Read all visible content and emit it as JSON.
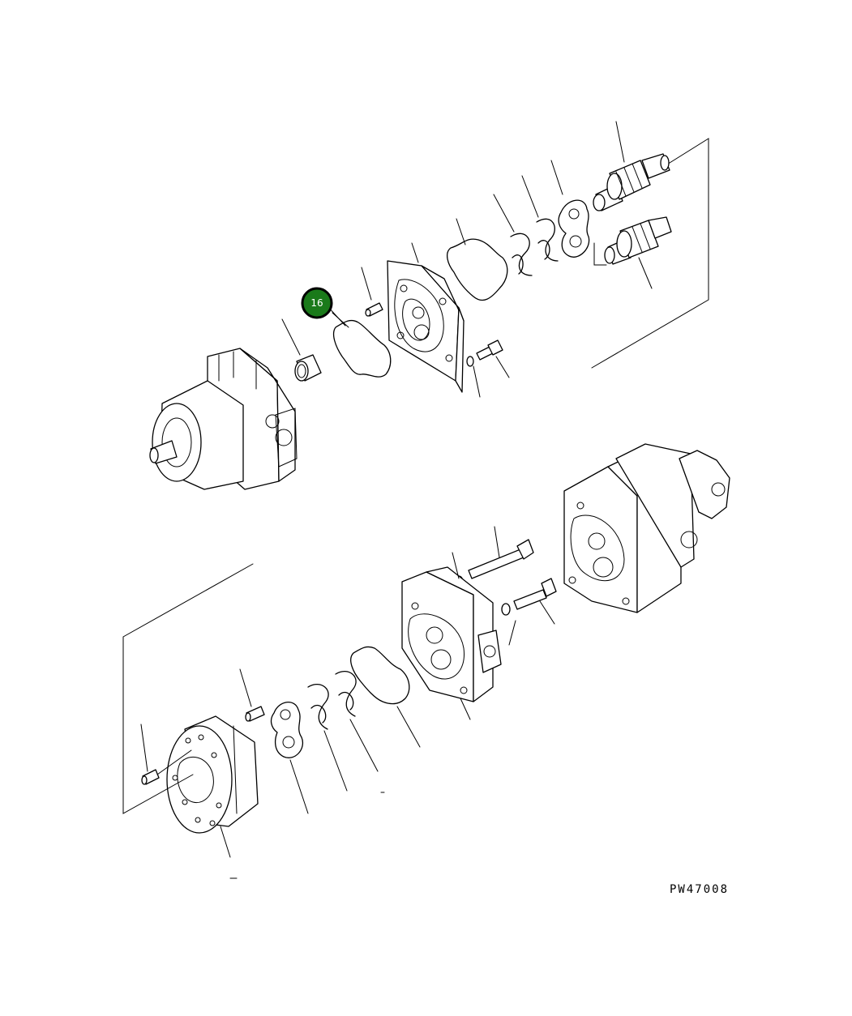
{
  "diagram": {
    "figure_code": "PW47008",
    "callouts": [
      {
        "id": "16",
        "label": "16",
        "color": "#1a7a1a",
        "text_color": "#ffffff"
      }
    ]
  }
}
